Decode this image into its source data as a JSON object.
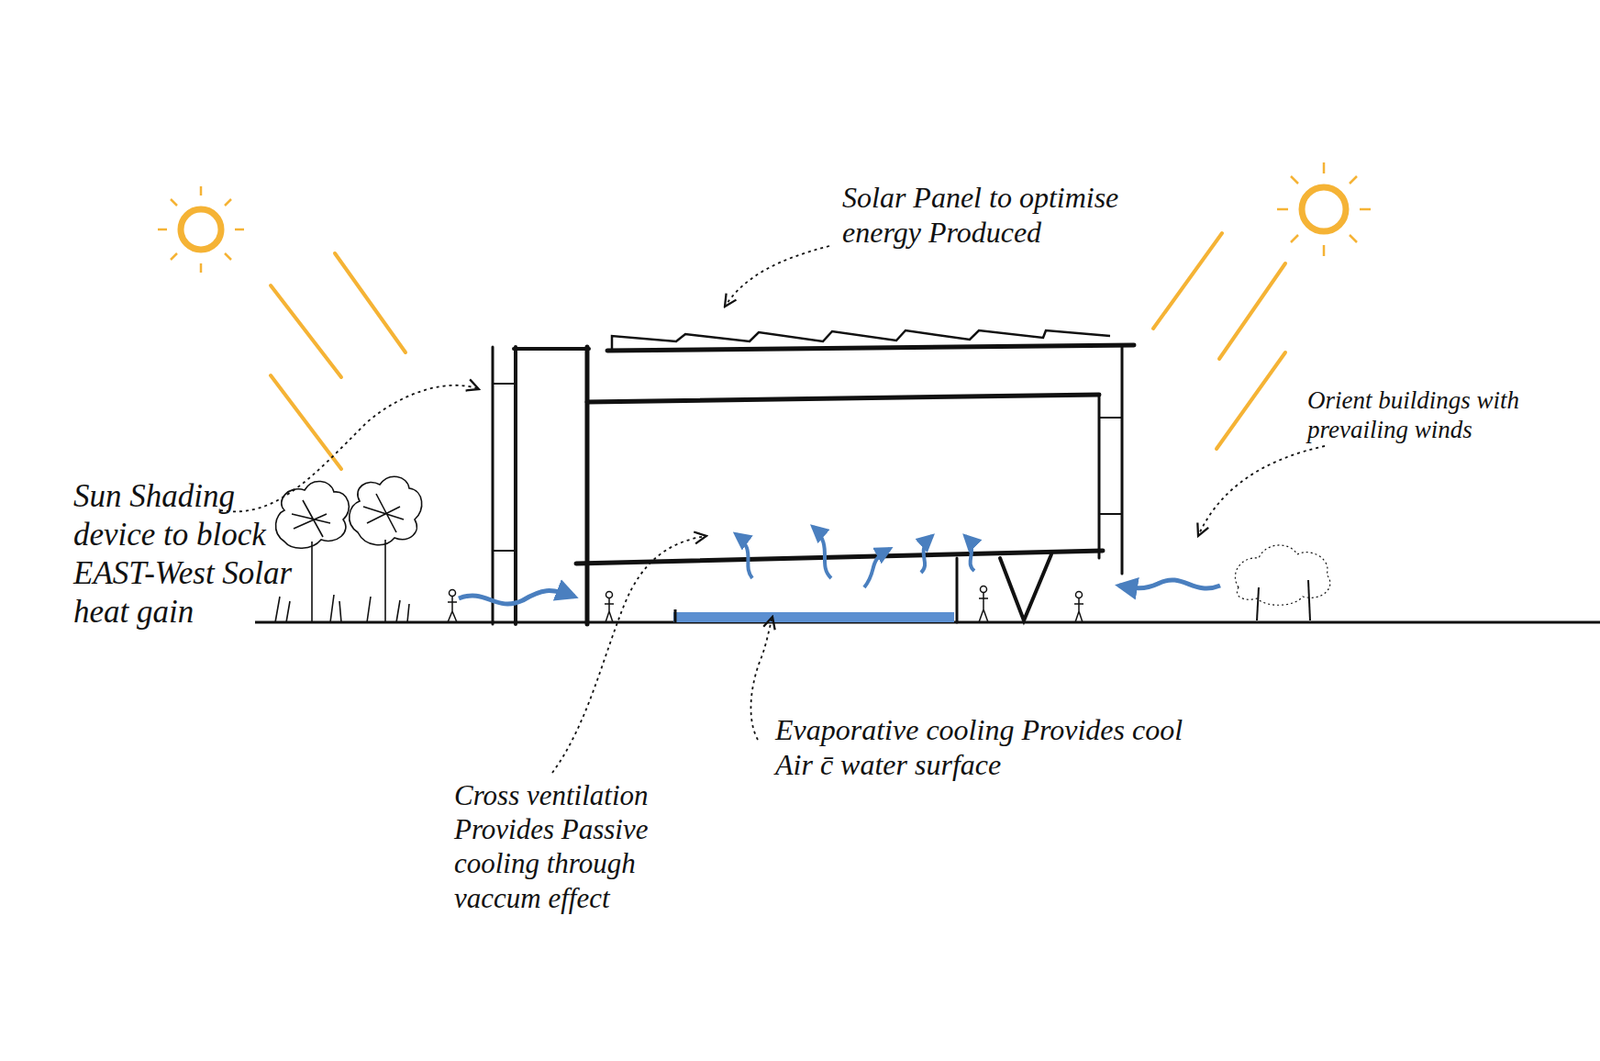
{
  "diagram": {
    "labels": [
      "Solar Panel to optimise energy Produced",
      "Sun Shading device to block EAST-West Solar heat gain",
      "Orient buildings with prevailing winds",
      "Cross ventilation Provides Passive cooling through vaccum effect",
      "Evaporative cooling Provides cool Air c̄ water surface"
    ]
  }
}
